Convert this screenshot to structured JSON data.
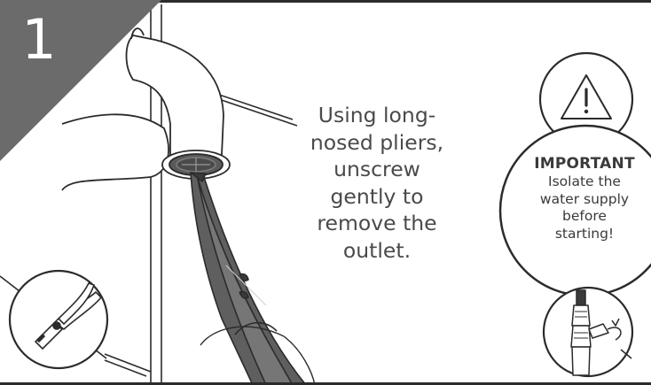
{
  "step": {
    "number": "1"
  },
  "instruction": {
    "lines": [
      "Using long-",
      "nosed pliers,",
      "unscrew",
      "gently to",
      "remove the",
      "outlet."
    ]
  },
  "notice": {
    "title": "IMPORTANT",
    "lines": [
      "Isolate the",
      "water supply",
      "before",
      "starting!"
    ]
  },
  "icons": {
    "tool": "long-nose-pliers-icon",
    "warning": "warning-triangle-icon",
    "valve": "isolation-valve-icon"
  },
  "colors": {
    "badge": "#6b6b6b",
    "line": "#2b2b2b",
    "pliers": "#5f5f5f",
    "text": "#4a4a4a"
  }
}
